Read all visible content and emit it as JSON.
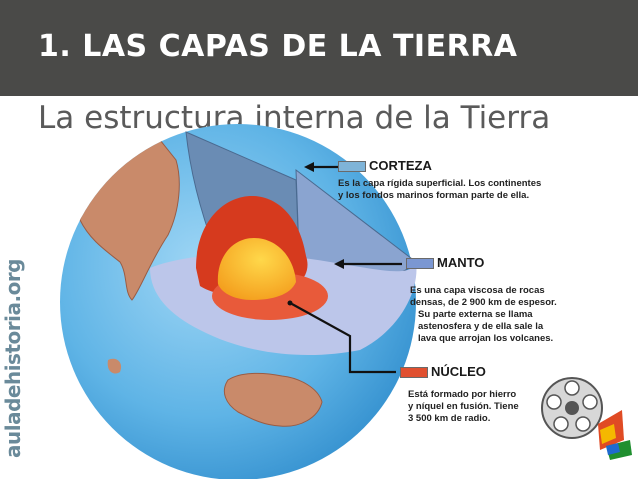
{
  "slide": {
    "title": "1. LAS CAPAS DE LA TIERRA",
    "subtitle": "La estructura interna de la Tierra"
  },
  "layers": {
    "corteza": {
      "name": "CORTEZA",
      "description": [
        "Es la capa rígida superficial. Los continentes",
        "y los fondos marinos forman parte de ella."
      ],
      "color": "#7fb4d8"
    },
    "manto": {
      "name": "MANTO",
      "description": [
        "Es una capa viscosa de rocas",
        "densas, de 2 900 km de espesor.",
        "Su parte externa se llama",
        "astenosfera y de ella sale la",
        "lava que arrojan los volcanes."
      ],
      "color": "#7b97d2"
    },
    "nucleo": {
      "name": "NÚCLEO",
      "description": [
        "Está formado por hierro",
        "y níquel en fusión. Tiene",
        "3 500 km de radio."
      ],
      "color": "#e05030"
    }
  },
  "watermark": "auladehistoria.org",
  "colors": {
    "title_bar": "#4a4a48",
    "ocean": "#5fb4e6",
    "continent": "#c98a6a",
    "crust_cut": "#6a8cb4",
    "mantle": "#bcc6ea",
    "outer_core": "#d63a1e",
    "inner_core": "#f7a623"
  },
  "icons": [
    "arrow-icon",
    "film-reel-icon"
  ]
}
